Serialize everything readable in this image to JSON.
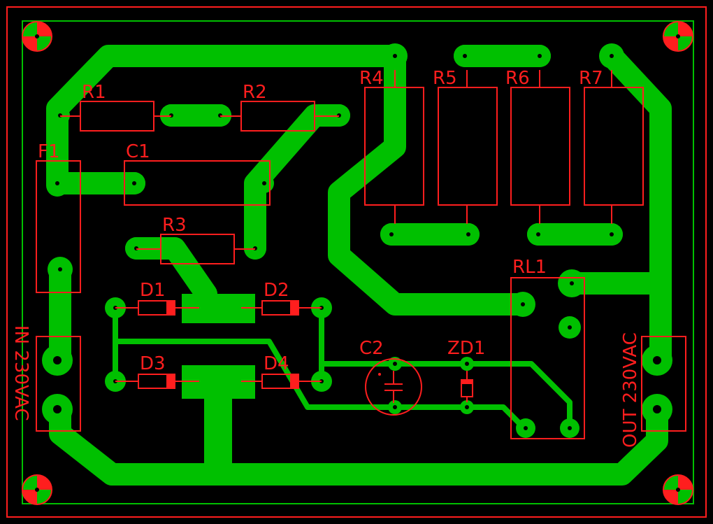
{
  "board": {
    "background_color": "#000000",
    "copper_color": "#00c000",
    "silk_color": "#ff1e1e",
    "component_labels": {
      "r1": "R1",
      "r2": "R2",
      "r3": "R3",
      "r4": "R4",
      "r5": "R5",
      "r6": "R6",
      "r7": "R7",
      "f1": "F1",
      "c1": "C1",
      "c2": "C2",
      "d1": "D1",
      "d2": "D2",
      "d3": "D3",
      "d4": "D4",
      "zd1": "ZD1",
      "rl1": "RL1"
    },
    "connector_labels": {
      "input": "IN 230VAC",
      "output": "OUT 230VAC"
    },
    "mounting_holes": [
      "mounting-hole-top-left",
      "mounting-hole-top-right",
      "mounting-hole-bottom-left",
      "mounting-hole-bottom-right"
    ]
  }
}
